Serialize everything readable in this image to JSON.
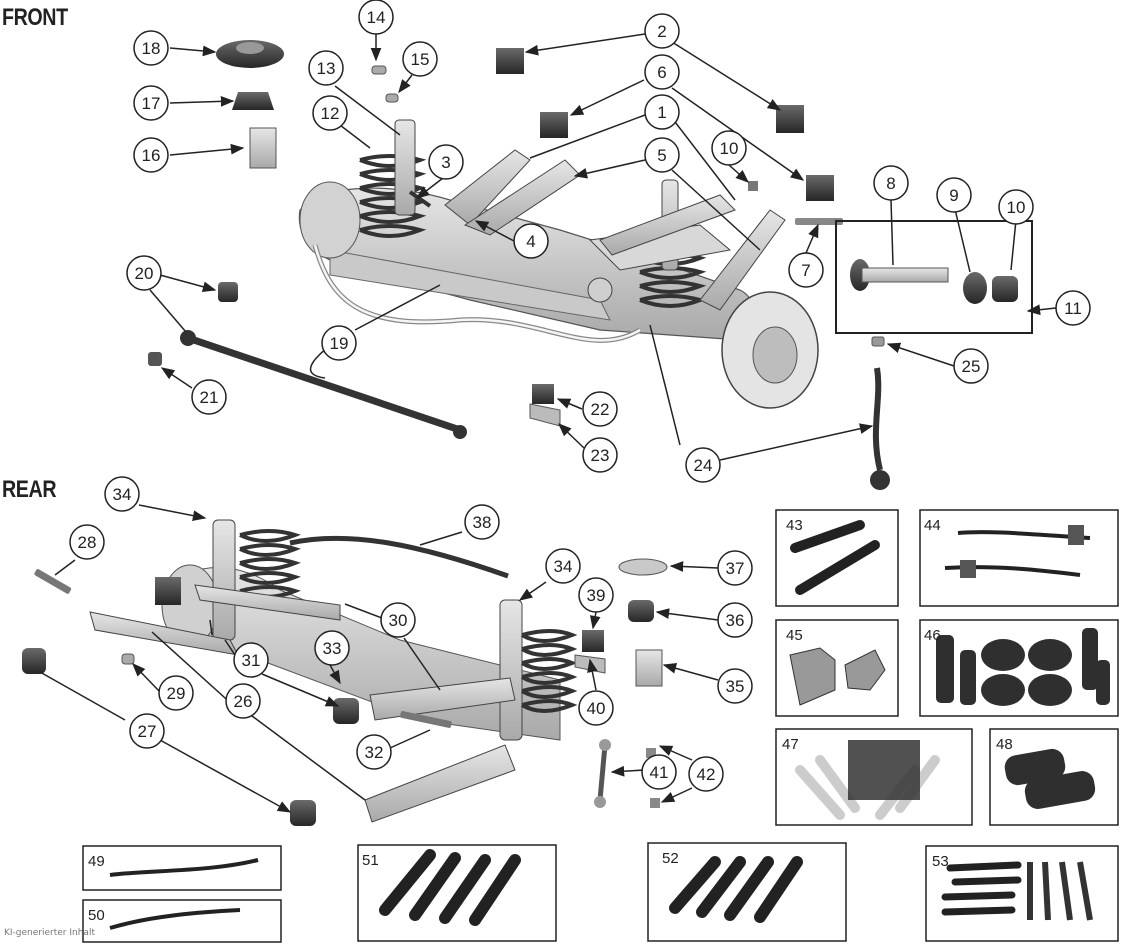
{
  "titles": {
    "front": "FRONT",
    "rear": "REAR"
  },
  "callouts": [
    {
      "id": "c1",
      "label": "1"
    },
    {
      "id": "c2",
      "label": "2"
    },
    {
      "id": "c3",
      "label": "3"
    },
    {
      "id": "c4",
      "label": "4"
    },
    {
      "id": "c5",
      "label": "5"
    },
    {
      "id": "c6",
      "label": "6"
    },
    {
      "id": "c7",
      "label": "7"
    },
    {
      "id": "c8",
      "label": "8"
    },
    {
      "id": "c9",
      "label": "9"
    },
    {
      "id": "c10a",
      "label": "10"
    },
    {
      "id": "c10b",
      "label": "10"
    },
    {
      "id": "c11",
      "label": "11"
    },
    {
      "id": "c12",
      "label": "12"
    },
    {
      "id": "c13",
      "label": "13"
    },
    {
      "id": "c14",
      "label": "14"
    },
    {
      "id": "c15",
      "label": "15"
    },
    {
      "id": "c16",
      "label": "16"
    },
    {
      "id": "c17",
      "label": "17"
    },
    {
      "id": "c18",
      "label": "18"
    },
    {
      "id": "c19",
      "label": "19"
    },
    {
      "id": "c20",
      "label": "20"
    },
    {
      "id": "c21",
      "label": "21"
    },
    {
      "id": "c22",
      "label": "22"
    },
    {
      "id": "c23",
      "label": "23"
    },
    {
      "id": "c24",
      "label": "24"
    },
    {
      "id": "c25",
      "label": "25"
    },
    {
      "id": "c26",
      "label": "26"
    },
    {
      "id": "c27",
      "label": "27"
    },
    {
      "id": "c28",
      "label": "28"
    },
    {
      "id": "c29",
      "label": "29"
    },
    {
      "id": "c30",
      "label": "30"
    },
    {
      "id": "c31",
      "label": "31"
    },
    {
      "id": "c32",
      "label": "32"
    },
    {
      "id": "c33",
      "label": "33"
    },
    {
      "id": "c34a",
      "label": "34"
    },
    {
      "id": "c34b",
      "label": "34"
    },
    {
      "id": "c35",
      "label": "35"
    },
    {
      "id": "c36",
      "label": "36"
    },
    {
      "id": "c37",
      "label": "37"
    },
    {
      "id": "c38",
      "label": "38"
    },
    {
      "id": "c39",
      "label": "39"
    },
    {
      "id": "c40",
      "label": "40"
    },
    {
      "id": "c41",
      "label": "41"
    },
    {
      "id": "c42",
      "label": "42"
    }
  ],
  "kit_boxes": [
    {
      "id": "b43",
      "label": "43"
    },
    {
      "id": "b44",
      "label": "44"
    },
    {
      "id": "b45",
      "label": "45"
    },
    {
      "id": "b46",
      "label": "46"
    },
    {
      "id": "b47",
      "label": "47"
    },
    {
      "id": "b48",
      "label": "48"
    },
    {
      "id": "b49",
      "label": "49"
    },
    {
      "id": "b50",
      "label": "50"
    },
    {
      "id": "b51",
      "label": "51"
    },
    {
      "id": "b52",
      "label": "52"
    },
    {
      "id": "b53",
      "label": "53"
    }
  ],
  "watermark": "KI-generierter Inhalt"
}
